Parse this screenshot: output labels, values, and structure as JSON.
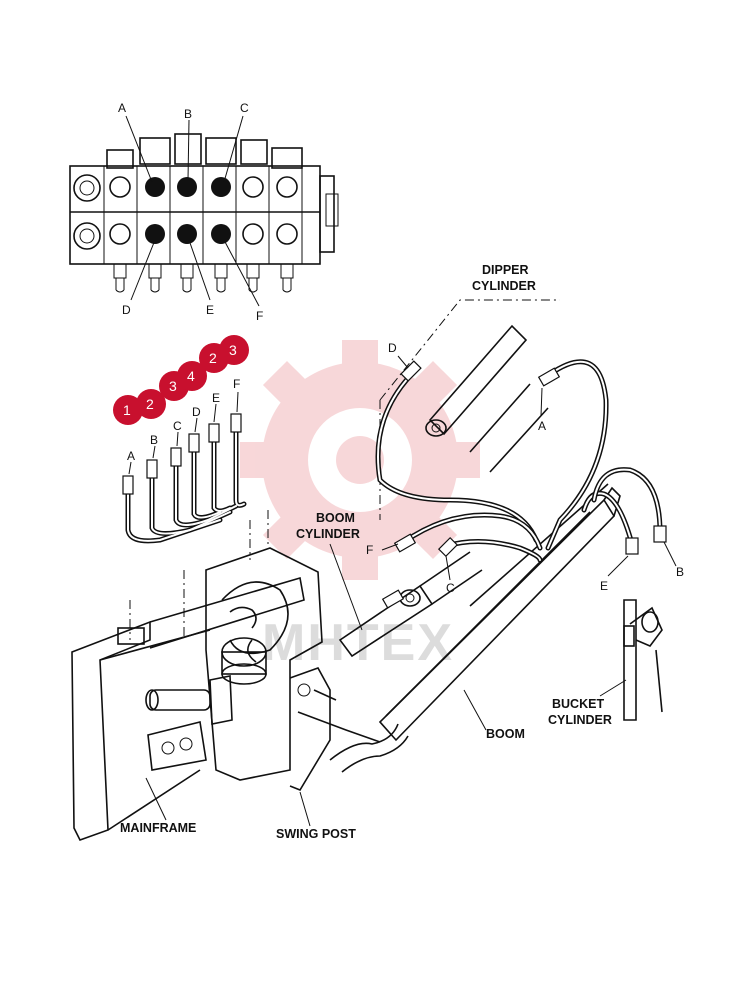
{
  "valve_ports": {
    "top": [
      "A",
      "B",
      "C"
    ],
    "bottom": [
      "D",
      "E",
      "F"
    ]
  },
  "hose_ends": [
    "A",
    "B",
    "C",
    "D",
    "E",
    "F"
  ],
  "callouts": [
    "1",
    "2",
    "3",
    "4",
    "2",
    "3"
  ],
  "components": {
    "dipper_cylinder_line1": "DIPPER",
    "dipper_cylinder_line2": "CYLINDER",
    "boom_cylinder_line1": "BOOM",
    "boom_cylinder_line2": "CYLINDER",
    "bucket_cylinder_line1": "BUCKET",
    "bucket_cylinder_line2": "CYLINDER",
    "boom": "BOOM",
    "mainframe": "MAINFRAME",
    "swing_post": "SWING POST"
  },
  "port_labels_right": {
    "dipper_d": "D",
    "dipper_a": "A",
    "boom_f": "F",
    "boom_c": "C",
    "bucket_e": "E",
    "bucket_b": "B"
  },
  "watermark": "MHTEX",
  "colors": {
    "callout": "#c8102e",
    "watermark_gear": "#f5c9cc",
    "line": "#111111"
  }
}
